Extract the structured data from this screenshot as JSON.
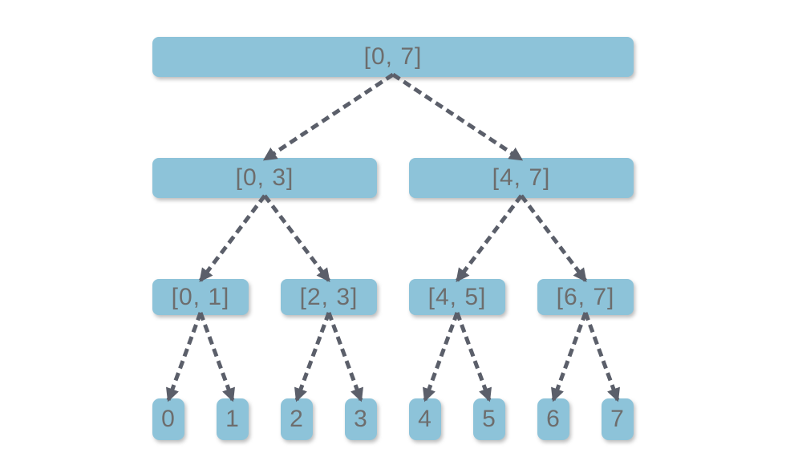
{
  "tree": {
    "levels": [
      {
        "depth": 0,
        "nodes": [
          {
            "label": "[0, 7]"
          }
        ]
      },
      {
        "depth": 1,
        "nodes": [
          {
            "label": "[0, 3]"
          },
          {
            "label": "[4, 7]"
          }
        ]
      },
      {
        "depth": 2,
        "nodes": [
          {
            "label": "[0, 1]"
          },
          {
            "label": "[2, 3]"
          },
          {
            "label": "[4, 5]"
          },
          {
            "label": "[6, 7]"
          }
        ]
      },
      {
        "depth": 3,
        "nodes": [
          {
            "label": "0"
          },
          {
            "label": "1"
          },
          {
            "label": "2"
          },
          {
            "label": "3"
          },
          {
            "label": "4"
          },
          {
            "label": "5"
          },
          {
            "label": "6"
          },
          {
            "label": "7"
          }
        ]
      }
    ],
    "edges": [
      {
        "from": "[0, 7]",
        "to": "[0, 3]"
      },
      {
        "from": "[0, 7]",
        "to": "[4, 7]"
      },
      {
        "from": "[0, 3]",
        "to": "[0, 1]"
      },
      {
        "from": "[0, 3]",
        "to": "[2, 3]"
      },
      {
        "from": "[4, 7]",
        "to": "[4, 5]"
      },
      {
        "from": "[4, 7]",
        "to": "[6, 7]"
      },
      {
        "from": "[0, 1]",
        "to": "0"
      },
      {
        "from": "[0, 1]",
        "to": "1"
      },
      {
        "from": "[2, 3]",
        "to": "2"
      },
      {
        "from": "[2, 3]",
        "to": "3"
      },
      {
        "from": "[4, 5]",
        "to": "4"
      },
      {
        "from": "[4, 5]",
        "to": "5"
      },
      {
        "from": "[6, 7]",
        "to": "6"
      },
      {
        "from": "[6, 7]",
        "to": "7"
      }
    ],
    "edge_style": "dashed-arrow",
    "colors": {
      "node_fill": "#8DC3D9",
      "node_text": "#6D6D6D",
      "arrow": "#5B5F6A",
      "background": "#FFFFFF"
    }
  }
}
